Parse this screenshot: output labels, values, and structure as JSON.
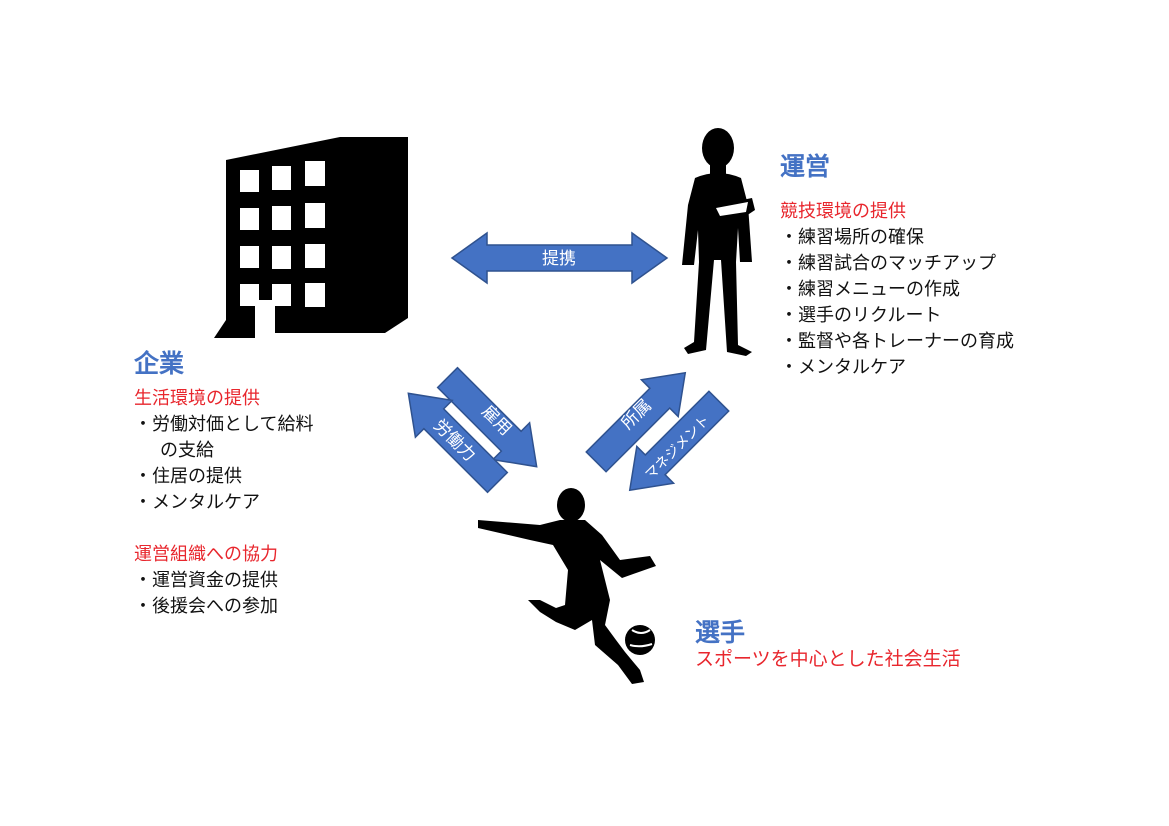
{
  "company": {
    "heading": "企業",
    "sections": [
      {
        "title": "生活環境の提供",
        "items": [
          "・労働対価として給料",
          "の支給",
          "・住居の提供",
          "・メンタルケア"
        ]
      },
      {
        "title": "運営組織への協力",
        "items": [
          "・運営資金の提供",
          "・後援会への参加"
        ]
      }
    ]
  },
  "management": {
    "heading": "運営",
    "section_title": "競技環境の提供",
    "items": [
      "・練習場所の確保",
      "・練習試合のマッチアップ",
      "・練習メニューの作成",
      "・選手のリクルート",
      "・監督や各トレーナーの育成",
      "・メンタルケア"
    ]
  },
  "player": {
    "heading": "選手",
    "subtitle": "スポーツを中心とした社会生活"
  },
  "arrows": {
    "partnership": "提携",
    "employment": "雇用",
    "labor": "労働力",
    "affiliation": "所属",
    "management": "マネジメント"
  },
  "colors": {
    "heading": "#4472c4",
    "subtitle": "#e8262d",
    "arrow_fill": "#4472c4",
    "arrow_stroke": "#2f528f",
    "silhouette": "#000000"
  }
}
